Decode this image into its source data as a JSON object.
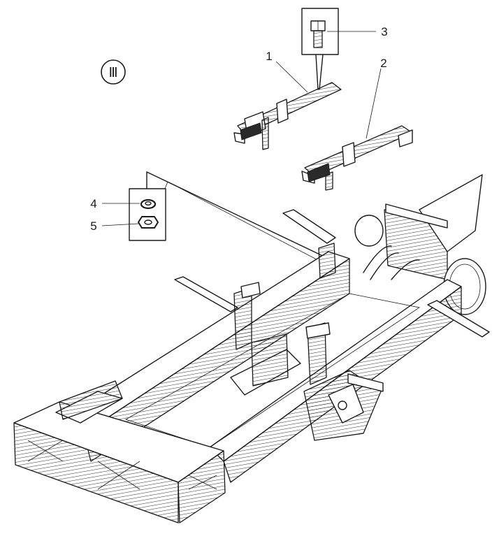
{
  "diagram": {
    "section_marker": "Ⅲ",
    "callouts": [
      {
        "id": "1",
        "label": "1"
      },
      {
        "id": "2",
        "label": "2"
      },
      {
        "id": "3",
        "label": "3"
      },
      {
        "id": "4",
        "label": "4"
      },
      {
        "id": "5",
        "label": "5"
      }
    ],
    "colors": {
      "ink": "#1a1a1a",
      "paper": "#ffffff"
    }
  }
}
